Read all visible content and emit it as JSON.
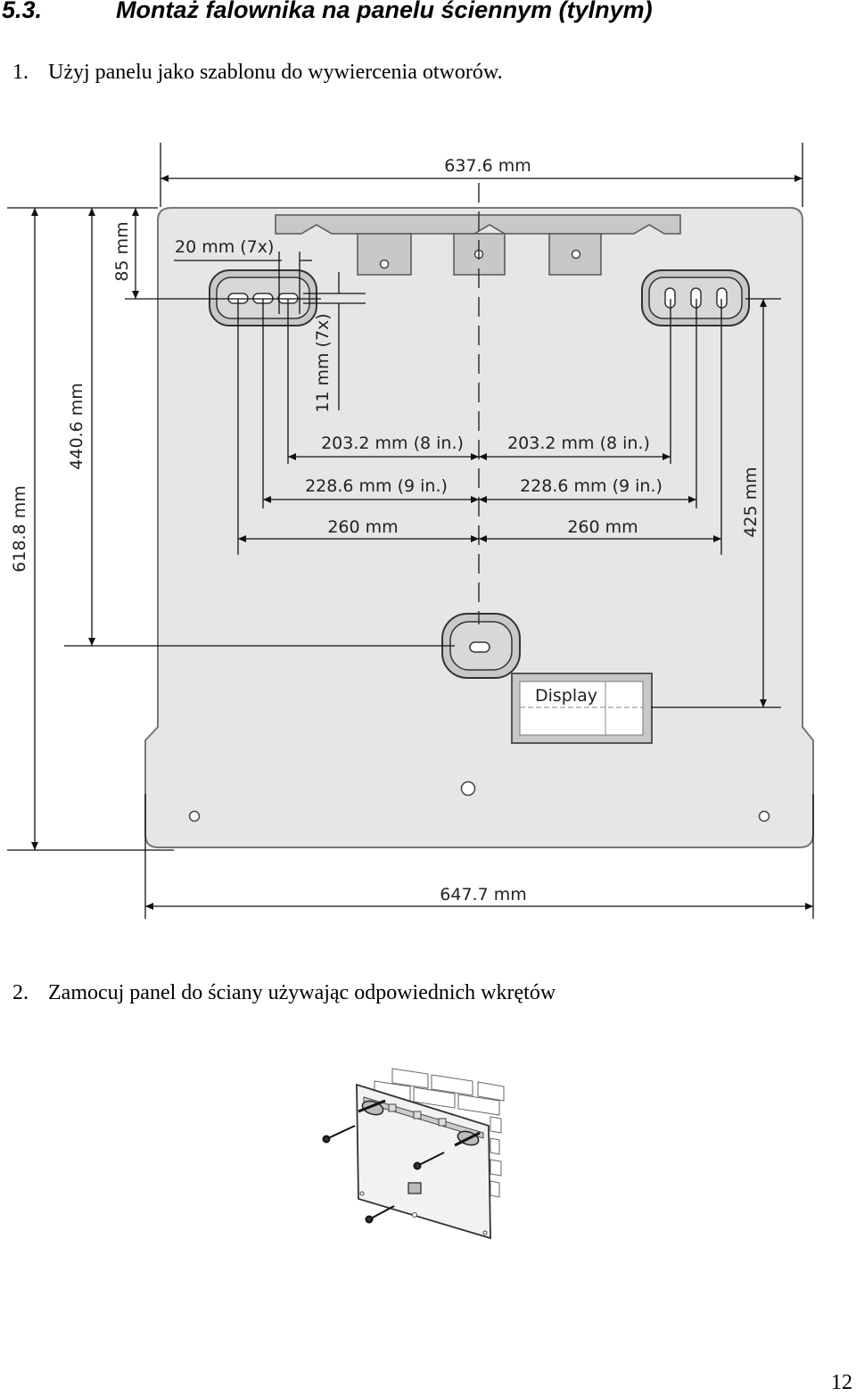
{
  "section": {
    "number": "5.3.",
    "title": "Montaż falownika na panelu ściennym (tylnym)"
  },
  "steps": [
    {
      "number": "1.",
      "text": "Użyj panelu jako szablonu do wywiercenia otworów."
    },
    {
      "number": "2.",
      "text": "Zamocuj panel do ściany używając odpowiednich wkrętów"
    }
  ],
  "drawing": {
    "width_top": "637.6 mm",
    "width_bottom": "647.7 mm",
    "height_total": "618.8 mm",
    "height_center": "440.6 mm",
    "height_top": "85 mm",
    "slot_width": "20 mm (7x)",
    "slot_height": "11 mm (7x)",
    "left_203": "203.2 mm (8 in.)",
    "right_203": "203.2 mm (8 in.)",
    "left_228": "228.6 mm (9 in.)",
    "right_228": "228.6 mm (9 in.)",
    "left_260": "260 mm",
    "right_260": "260 mm",
    "right_height": "425 mm",
    "display_label": "Display"
  },
  "page_number": "12"
}
